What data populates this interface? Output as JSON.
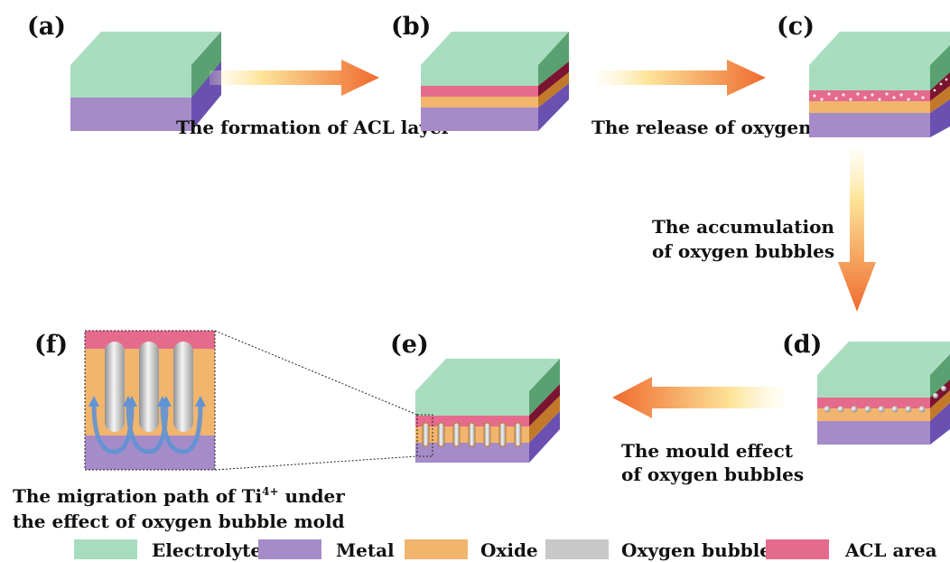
{
  "panels": {
    "a": "(a)",
    "b": "(b)",
    "c": "(c)",
    "d": "(d)",
    "e": "(e)",
    "f": "(f)"
  },
  "captions": {
    "ab": "The formation of ACL layer",
    "bc": "The release of oxygen",
    "cd_line1": "The accumulation",
    "cd_line2": "of oxygen bubbles",
    "de_line1": "The mould effect",
    "de_line2": "of oxygen bubbles",
    "f_line1": "The migration path of Ti",
    "f_sup": "4+",
    "f_line1_end": " under",
    "f_line2": "the effect of oxygen bubble mold"
  },
  "legend": [
    {
      "label": "Electrolyte",
      "color": "#a8dcbe"
    },
    {
      "label": "Metal",
      "color": "#a58cc8"
    },
    {
      "label": "Oxide",
      "color": "#f1b56e"
    },
    {
      "label": "Oxygen bubble",
      "color": "#c8c8c8"
    },
    {
      "label": "ACL area",
      "color": "#e56b8d"
    }
  ],
  "colors": {
    "electrolyte_top": "#a9ddbf",
    "electrolyte_side": "#5aa171",
    "metal_front": "#a58cc8",
    "metal_side": "#6a50b0",
    "oxide_front": "#f1b56e",
    "oxide_side": "#c2792a",
    "acl_front": "#e56b8d",
    "acl_side": "#7a1430",
    "arrow": "#f07a3a"
  }
}
